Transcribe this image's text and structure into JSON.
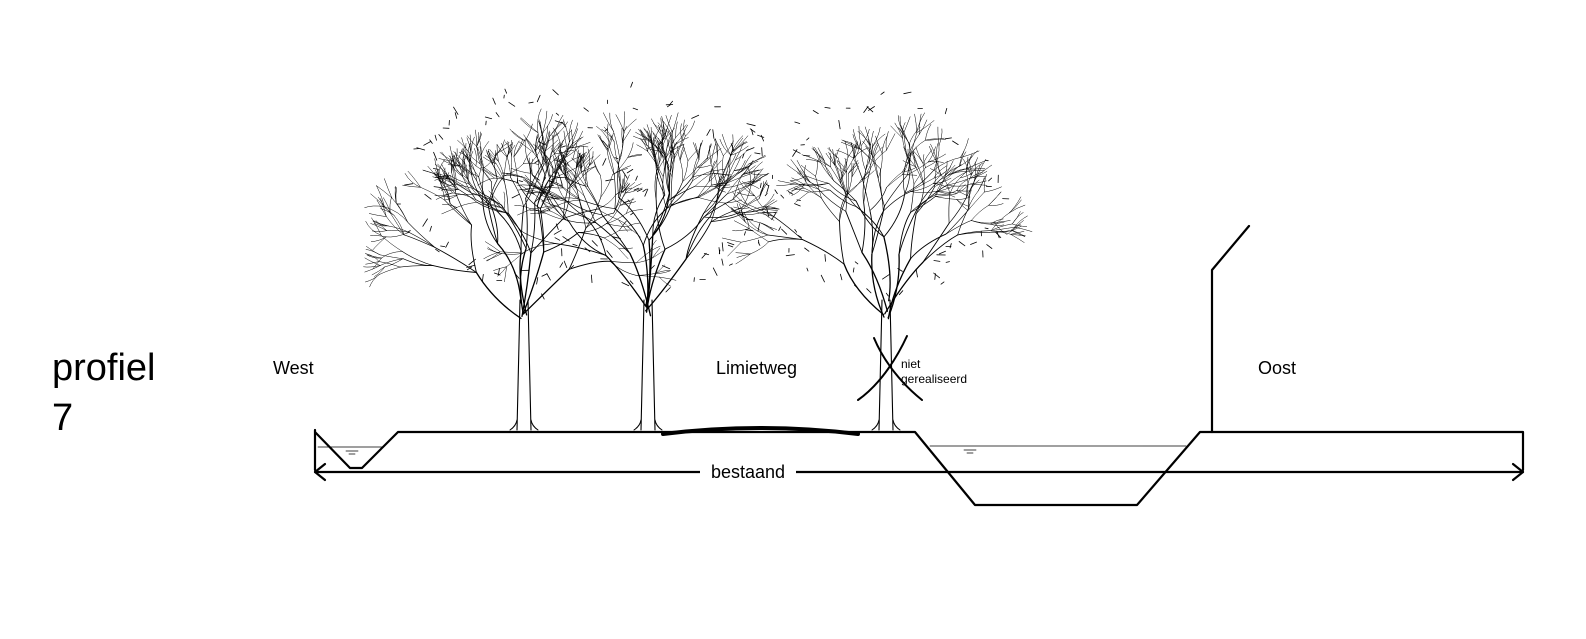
{
  "profile": {
    "title_line1": "profiel",
    "title_line2": "7"
  },
  "labels": {
    "west": "West",
    "road": "Limietweg",
    "east": "Oost",
    "crossed_note_line1": "niet",
    "crossed_note_line2": "gerealiseerd",
    "dimension": "bestaand"
  },
  "colors": {
    "ink": "#000000",
    "paper": "#ffffff"
  }
}
